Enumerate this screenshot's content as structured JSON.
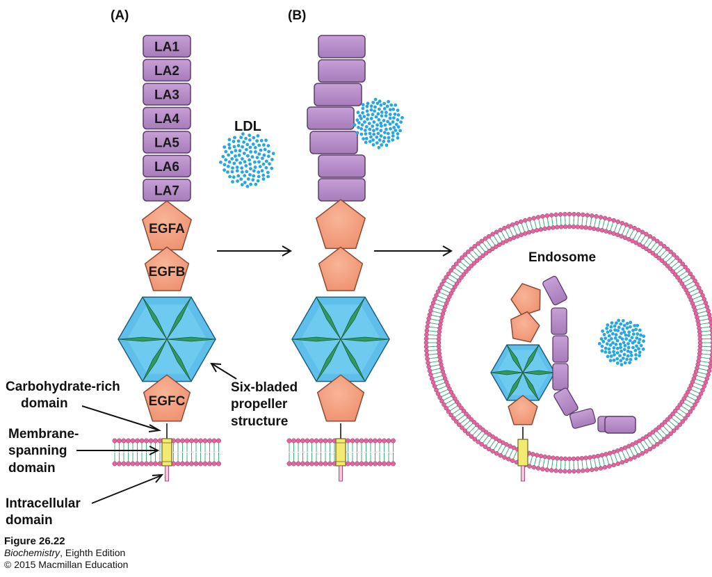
{
  "panels": {
    "a": "(A)",
    "b": "(B)"
  },
  "la_modules": [
    "LA1",
    "LA2",
    "LA3",
    "LA4",
    "LA5",
    "LA6",
    "LA7"
  ],
  "egf_modules": {
    "a": "EGFA",
    "b": "EGFB",
    "c": "EGFC"
  },
  "ldl_label": "LDL",
  "endosome_label": "Endosome",
  "annotations": {
    "carbohydrate": [
      "Carbohydrate-rich",
      "domain"
    ],
    "membrane": [
      "Membrane-",
      "spanning",
      "domain"
    ],
    "intracellular": [
      "Intracellular",
      "domain"
    ],
    "propeller": [
      "Six-bladed",
      "propeller",
      "structure"
    ]
  },
  "caption": {
    "figure": "Figure 26.22",
    "book_title": "Biochemistry",
    "edition": ", Eighth Edition",
    "copyright": "© 2015 Macmillan Education"
  },
  "colors": {
    "la_fill": "#b98fc8",
    "la_stroke": "#5b3d6b",
    "egf_fill": "#f4a183",
    "egf_stroke": "#8a4a34",
    "propeller_fill": "#5ec0ea",
    "propeller_blade": "#2f9a5e",
    "ldl_dot": "#27a6e0",
    "membrane_head": "#e0679e",
    "membrane_tail": "#3fae7e",
    "tm_fill": "#f3ea72"
  }
}
